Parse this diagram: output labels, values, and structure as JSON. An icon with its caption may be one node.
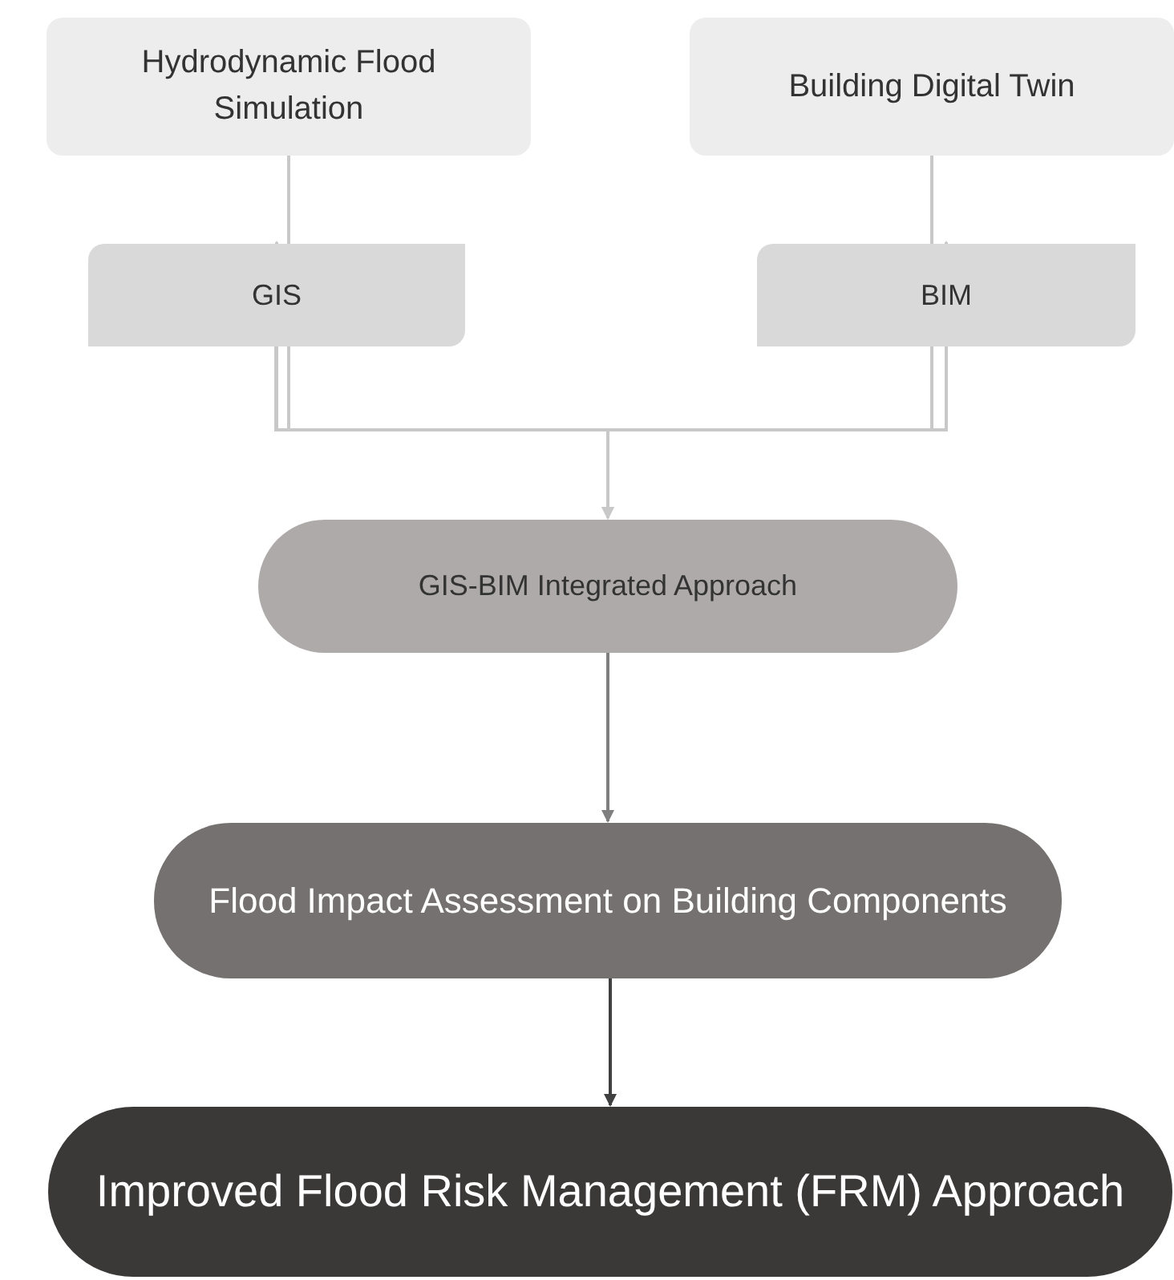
{
  "diagram": {
    "nodes": [
      {
        "text": [
          "Hydrodynamic Flood Simulation"
        ]
      },
      {
        "text": [
          "Building Digital Twin"
        ]
      },
      {
        "text": [
          "GIS"
        ]
      },
      {
        "text": [
          "BIM"
        ]
      },
      {
        "text": [
          "GIS-BIM Integrated Approach"
        ]
      },
      {
        "text": [
          "Flood Impact Assessment on Building Components"
        ]
      },
      {
        "text": [
          "Improved Flood Risk Management (FRM) Approach"
        ]
      }
    ],
    "edges": [
      {
        "from": 0,
        "to": 2,
        "arrow": "to"
      },
      {
        "from": 1,
        "to": 3,
        "arrow": "to"
      },
      {
        "from": 2,
        "to": 4,
        "arrow": "to"
      },
      {
        "from": 3,
        "to": 4,
        "arrow": "to"
      },
      {
        "from": 4,
        "to": 5,
        "arrow": "to",
        "color": "#7f7f7f"
      },
      {
        "from": 5,
        "to": 6,
        "arrow": "to",
        "color": "#404040"
      }
    ]
  }
}
